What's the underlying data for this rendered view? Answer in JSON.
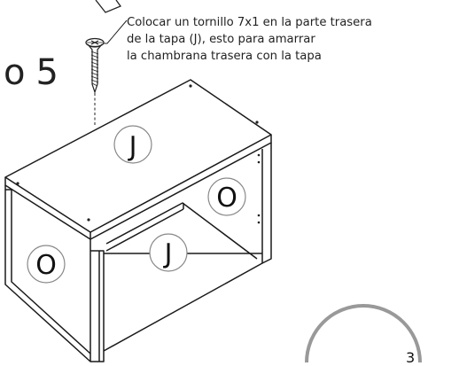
{
  "instruction": {
    "lines": [
      "Colocar un tornillo 7x1 en la parte trasera",
      "de la tapa (J), esto para amarrar",
      "la chambrana trasera con la tapa"
    ]
  },
  "step": {
    "label": "o",
    "number": "5"
  },
  "parts": {
    "top_panel": "J",
    "side_panel_right": "O",
    "bottom_panel": "J",
    "side_panel_left": "O"
  },
  "page_number_partial": "3"
}
